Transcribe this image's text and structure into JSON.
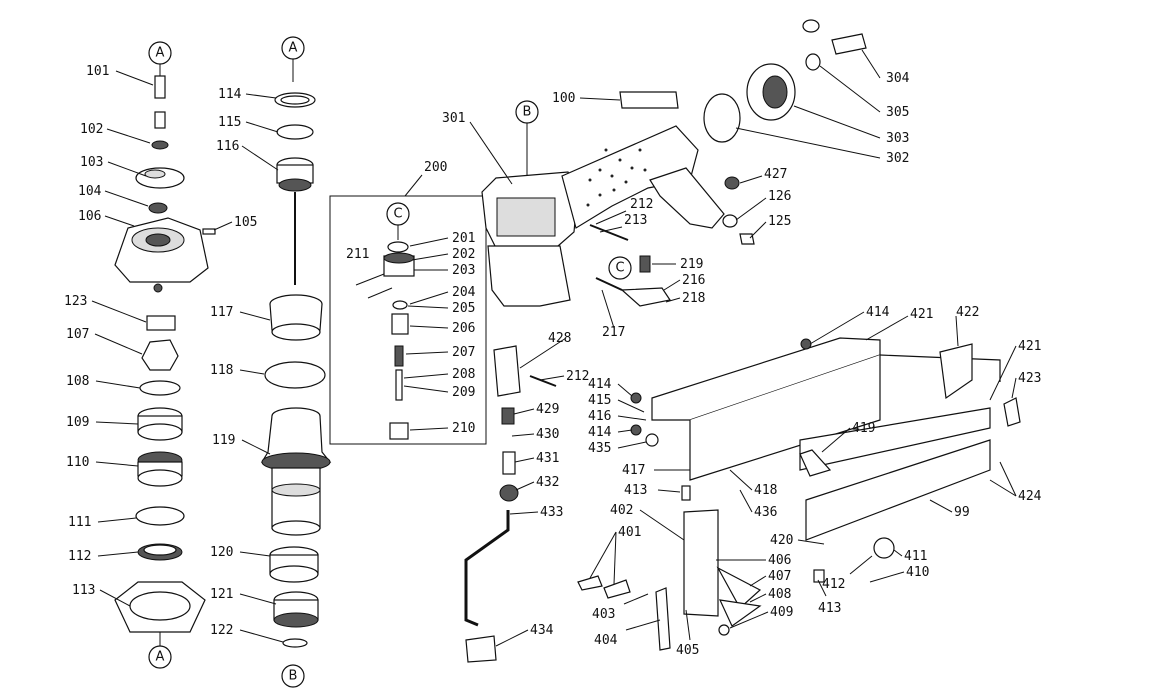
{
  "references": [
    {
      "id": "ref-a-top-left",
      "text": "A"
    },
    {
      "id": "ref-a-top-mid",
      "text": "A"
    },
    {
      "id": "ref-a-bottom",
      "text": "A"
    },
    {
      "id": "ref-b-bottom",
      "text": "B"
    },
    {
      "id": "ref-b-body",
      "text": "B"
    },
    {
      "id": "ref-c-box",
      "text": "C"
    },
    {
      "id": "ref-c-body",
      "text": "C"
    }
  ],
  "part_labels": [
    {
      "id": "p101",
      "text": "101"
    },
    {
      "id": "p102",
      "text": "102"
    },
    {
      "id": "p103",
      "text": "103"
    },
    {
      "id": "p104",
      "text": "104"
    },
    {
      "id": "p106",
      "text": "106"
    },
    {
      "id": "p105",
      "text": "105"
    },
    {
      "id": "p123",
      "text": "123"
    },
    {
      "id": "p107",
      "text": "107"
    },
    {
      "id": "p108",
      "text": "108"
    },
    {
      "id": "p109",
      "text": "109"
    },
    {
      "id": "p110",
      "text": "110"
    },
    {
      "id": "p111",
      "text": "111"
    },
    {
      "id": "p112",
      "text": "112"
    },
    {
      "id": "p113",
      "text": "113"
    },
    {
      "id": "p114a",
      "text": "114"
    },
    {
      "id": "p115",
      "text": "115"
    },
    {
      "id": "p116",
      "text": "116"
    },
    {
      "id": "p117",
      "text": "117"
    },
    {
      "id": "p118",
      "text": "118"
    },
    {
      "id": "p119",
      "text": "119"
    },
    {
      "id": "p120",
      "text": "120"
    },
    {
      "id": "p121",
      "text": "121"
    },
    {
      "id": "p122",
      "text": "122"
    },
    {
      "id": "p200",
      "text": "200"
    },
    {
      "id": "p201",
      "text": "201"
    },
    {
      "id": "p202",
      "text": "202"
    },
    {
      "id": "p203",
      "text": "203"
    },
    {
      "id": "p211",
      "text": "211"
    },
    {
      "id": "p204",
      "text": "204"
    },
    {
      "id": "p205",
      "text": "205"
    },
    {
      "id": "p206",
      "text": "206"
    },
    {
      "id": "p207",
      "text": "207"
    },
    {
      "id": "p208",
      "text": "208"
    },
    {
      "id": "p209",
      "text": "209"
    },
    {
      "id": "p210",
      "text": "210"
    },
    {
      "id": "p301",
      "text": "301"
    },
    {
      "id": "p100",
      "text": "100"
    },
    {
      "id": "p212a",
      "text": "212"
    },
    {
      "id": "p213",
      "text": "213"
    },
    {
      "id": "p219",
      "text": "219"
    },
    {
      "id": "p216",
      "text": "216"
    },
    {
      "id": "p218",
      "text": "218"
    },
    {
      "id": "p217",
      "text": "217"
    },
    {
      "id": "p304",
      "text": "304"
    },
    {
      "id": "p305",
      "text": "305"
    },
    {
      "id": "p303",
      "text": "303"
    },
    {
      "id": "p302",
      "text": "302"
    },
    {
      "id": "p427",
      "text": "427"
    },
    {
      "id": "p126",
      "text": "126"
    },
    {
      "id": "p125",
      "text": "125"
    },
    {
      "id": "p428",
      "text": "428"
    },
    {
      "id": "p212b",
      "text": "212"
    },
    {
      "id": "p429",
      "text": "429"
    },
    {
      "id": "p430",
      "text": "430"
    },
    {
      "id": "p431",
      "text": "431"
    },
    {
      "id": "p432",
      "text": "432"
    },
    {
      "id": "p433",
      "text": "433"
    },
    {
      "id": "p434",
      "text": "434"
    },
    {
      "id": "p414a",
      "text": "414"
    },
    {
      "id": "p421a",
      "text": "421"
    },
    {
      "id": "p422",
      "text": "422"
    },
    {
      "id": "p421b",
      "text": "421"
    },
    {
      "id": "p414b",
      "text": "414"
    },
    {
      "id": "p415",
      "text": "415"
    },
    {
      "id": "p416",
      "text": "416"
    },
    {
      "id": "p414c",
      "text": "414"
    },
    {
      "id": "p435",
      "text": "435"
    },
    {
      "id": "p423",
      "text": "423"
    },
    {
      "id": "p419",
      "text": "419"
    },
    {
      "id": "p417",
      "text": "417"
    },
    {
      "id": "p418",
      "text": "418"
    },
    {
      "id": "p413a",
      "text": "413"
    },
    {
      "id": "p436",
      "text": "436"
    },
    {
      "id": "p424",
      "text": "424"
    },
    {
      "id": "p402",
      "text": "402"
    },
    {
      "id": "p401",
      "text": "401"
    },
    {
      "id": "p99",
      "text": "99"
    },
    {
      "id": "p420",
      "text": "420"
    },
    {
      "id": "p406",
      "text": "406"
    },
    {
      "id": "p411",
      "text": "411"
    },
    {
      "id": "p407",
      "text": "407"
    },
    {
      "id": "p412",
      "text": "412"
    },
    {
      "id": "p410",
      "text": "410"
    },
    {
      "id": "p408",
      "text": "408"
    },
    {
      "id": "p413b",
      "text": "413"
    },
    {
      "id": "p403",
      "text": "403"
    },
    {
      "id": "p409",
      "text": "409"
    },
    {
      "id": "p404",
      "text": "404"
    },
    {
      "id": "p405",
      "text": "405"
    }
  ]
}
